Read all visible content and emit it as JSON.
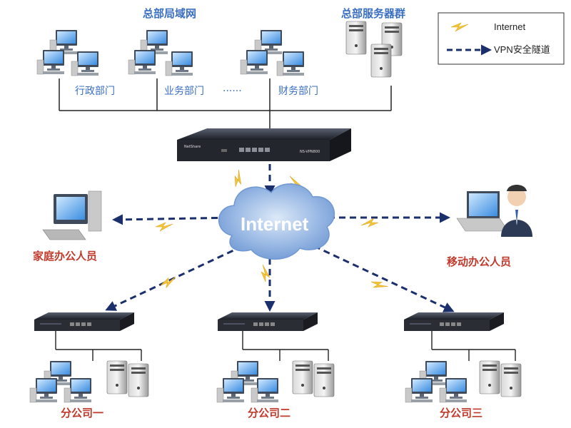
{
  "hq": {
    "lan_title": "总部局域网",
    "server_title": "总部服务器群",
    "departments": [
      "行政部门",
      "业务部门",
      "······",
      "财务部门"
    ]
  },
  "router": {
    "brand": "NetShare",
    "model": "NS-VPN800"
  },
  "legend": {
    "internet": "Internet",
    "vpn": "VPN安全隧道"
  },
  "cloud": {
    "label": "Internet"
  },
  "home_office": {
    "label": "家庭办公人员"
  },
  "mobile_office": {
    "label": "移动办公人员"
  },
  "branches": [
    {
      "label": "分公司一"
    },
    {
      "label": "分公司二"
    },
    {
      "label": "分公司三"
    }
  ],
  "colors": {
    "label_blue": "#3b6fc4",
    "label_red": "#c0392b",
    "vpn_line": "#1a2f6b",
    "lightning": "#f2c53a",
    "cloud": "#7ea6dc"
  }
}
